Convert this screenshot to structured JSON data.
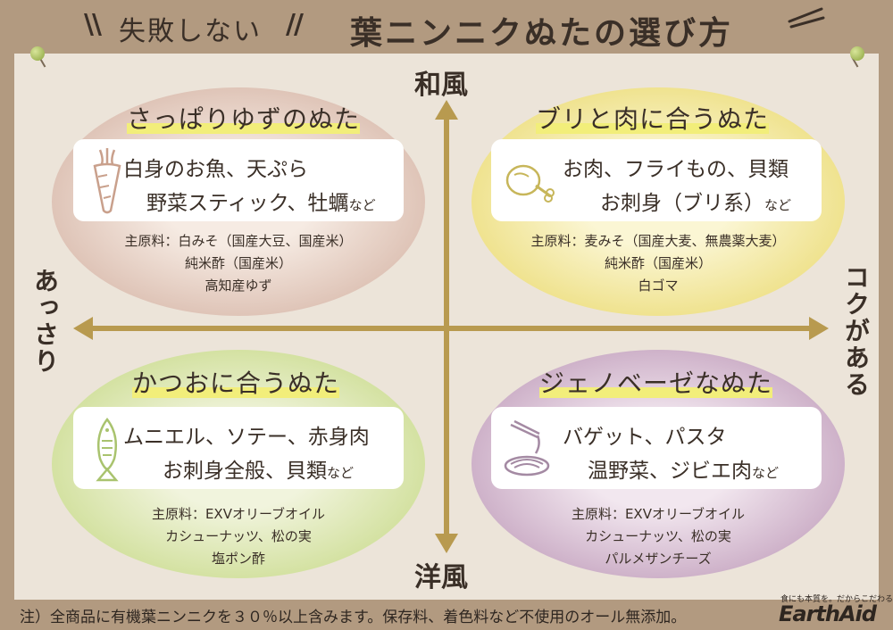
{
  "header": {
    "subtitle": "失敗しない",
    "title": "葉ニンニクぬたの選び方"
  },
  "axes": {
    "top": "和風",
    "bottom": "洋風",
    "left": "あっさり",
    "right": "コクがある"
  },
  "quadrants": {
    "top_left": {
      "title": "さっぱりゆずのぬた",
      "line1": "白身のお魚、天ぷら",
      "line2": "野菜スティック、牡蠣",
      "suffix": "など",
      "ingredients": [
        "主原料：白みそ（国産大豆、国産米）",
        "純米酢（国産米）",
        "高知産ゆず"
      ],
      "icon": "carrot-icon"
    },
    "top_right": {
      "title": "ブリと肉に合うぬた",
      "line1": "お肉、フライもの、貝類",
      "line2": "お刺身（ブリ系）",
      "suffix": "など",
      "ingredients": [
        "主原料：麦みそ（国産大麦、無農薬大麦）",
        "純米酢（国産米）",
        "白ゴマ"
      ],
      "icon": "meat-icon"
    },
    "bottom_left": {
      "title": "かつおに合うぬた",
      "line1": "ムニエル、ソテー、赤身肉",
      "line2": "お刺身全般、貝類",
      "suffix": "など",
      "ingredients": [
        "主原料：EXVオリーブオイル",
        "カシューナッツ、松の実",
        "塩ポン酢"
      ],
      "icon": "fish-icon"
    },
    "bottom_right": {
      "title": "ジェノベーゼなぬた",
      "line1": "バゲット、パスタ",
      "line2": "温野菜、ジビエ肉",
      "suffix": "など",
      "ingredients": [
        "主原料：EXVオリーブオイル",
        "カシューナッツ、松の実",
        "パルメザンチーズ"
      ],
      "icon": "pasta-icon"
    }
  },
  "footer": {
    "note": "注）全商品に有機葉ニンニクを３０％以上含みます。保存料、着色料など不使用のオール無添加。",
    "tagline": "食にも本質を。だからこだわる",
    "brand": "EarthAid"
  },
  "colors": {
    "kraft": "#b29a80",
    "board": "#ece4d9",
    "axis": "#b89a4f",
    "highlight": "#f2ee7a"
  }
}
